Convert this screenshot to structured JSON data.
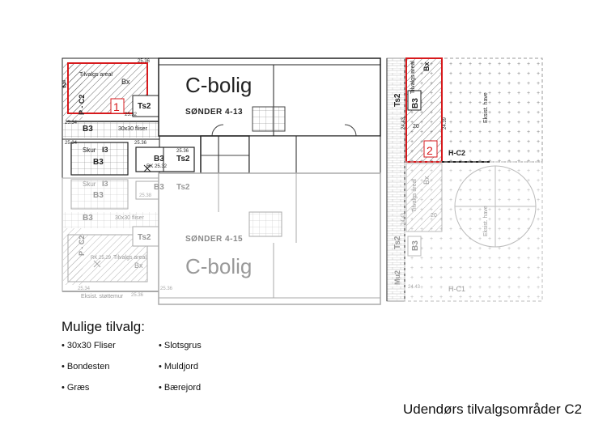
{
  "plan": {
    "building_top": {
      "name": "C-bolig",
      "address": "SØNDER 4-13"
    },
    "building_bottom": {
      "name": "C-bolig",
      "address": "SØNDER 4-15"
    },
    "top_left": {
      "area_label": "Tilvalgs areal",
      "plot_label": "P - C2",
      "area_number": "1",
      "partial_edge_label": "2",
      "codes": {
        "bx": "Bx",
        "ts2_a": "Ts2",
        "b3_a": "B3",
        "tiles": "30x30 fliser",
        "shed": "Skur",
        "i3": "I3",
        "b3_shed": "B3",
        "b3_small": "B3",
        "ts2_small": "Ts2",
        "rk": "RK 25.32"
      },
      "levels": {
        "l1": "25.36",
        "l2": "25.32",
        "l3": "25.34",
        "l4": "25.34",
        "l5": "25.36",
        "l6": "25.36"
      }
    },
    "bottom_left": {
      "area_label": "Tilvalgs areal",
      "plot_label": "P - C2",
      "codes": {
        "shed": "Skur",
        "i3": "I3",
        "b3_shed": "B3",
        "b3_a": "B3",
        "ts2_a": "Ts2",
        "b3_b": "B3",
        "tiles": "30x30 fliser",
        "ts2_b": "Ts2",
        "bx": "Bx",
        "rk": "RK 25.29"
      },
      "levels": {
        "l1": "25.38",
        "l2": "25.34",
        "l3": "25.36",
        "l4": "25.36"
      },
      "wall_label": "Eksist. støttemur"
    },
    "right_top": {
      "area_label": "Tilvalgs areal",
      "area_number": "2",
      "plot_label": "H-C2",
      "garden_label": "Eksist. have",
      "codes": {
        "bx": "Bx",
        "b3": "B3",
        "ts2": "Ts2",
        "slope": "20"
      },
      "levels": {
        "l1": "24.43",
        "l2": "24.39"
      }
    },
    "right_bottom": {
      "area_label": "Tilvalgs areal",
      "plot_label": "H-C1",
      "garden_label": "Eksist. have",
      "codes": {
        "bx": "Bx",
        "b3": "B3",
        "ts2": "Ts2",
        "mu2": "Mu2",
        "slope": "20"
      },
      "levels": {
        "l1": "24.43",
        "l2": "24.43"
      }
    }
  },
  "legend": {
    "title": "Mulige tilvalg:",
    "options": [
      "30x30 Fliser",
      "Bondesten",
      "Græs",
      "Slotsgrus",
      "Muldjord",
      "Bærejord"
    ]
  },
  "caption": "Udendørs tilvalgsområder C2",
  "colors": {
    "highlight": "#d7191c",
    "line": "#222222",
    "faded": "#9a9a9a"
  }
}
